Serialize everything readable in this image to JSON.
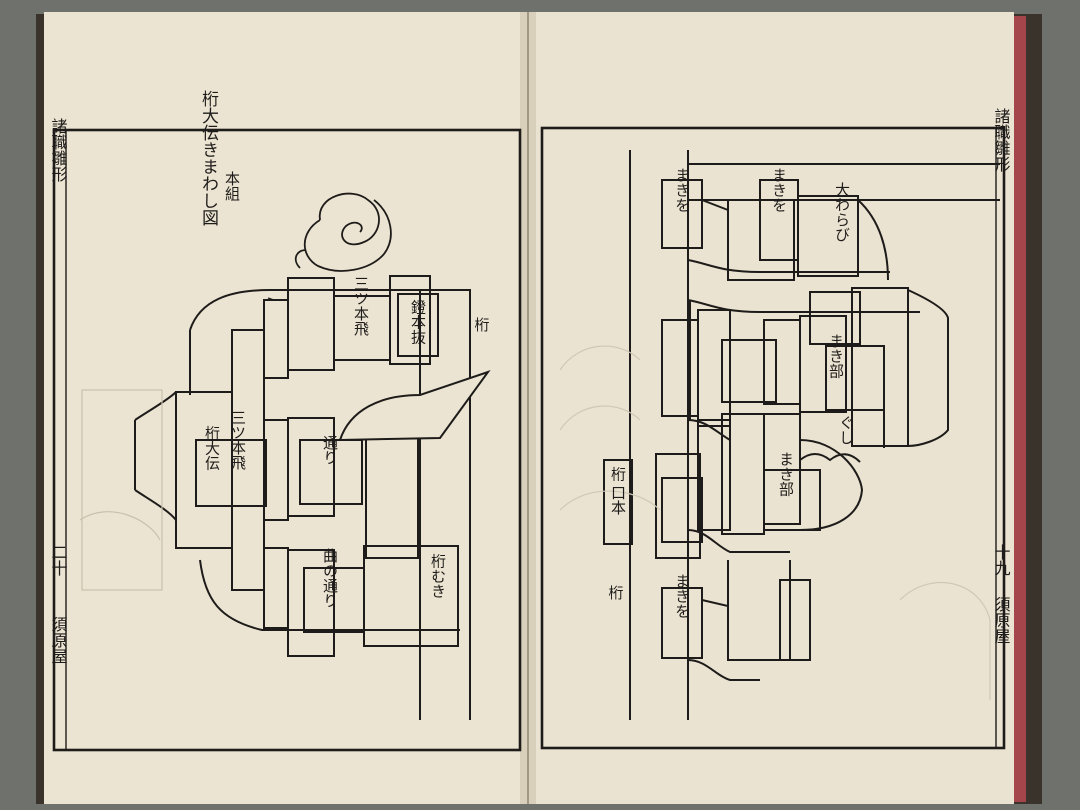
{
  "photo": {
    "subject": "open-japanese-woodblock-book-spread",
    "background_color": "#6f716c",
    "paper_color": "#ece4d2",
    "ink_color": "#1e1c1a",
    "edge_color": "#a3454a"
  },
  "left_page": {
    "margin_title": "諸職雛形",
    "margin_folio": "二十",
    "margin_publisher": "須原屋",
    "labels": {
      "keta_top": "桁",
      "label_a": "鐙本抜",
      "label_b": "三ツ本飛",
      "label_c": "桁大伝",
      "label_d": "三ツ本飛",
      "label_e": "通り",
      "label_f": "曲の通り",
      "label_g": "桁むき",
      "note_top": "本組",
      "note_detail": "桁大伝きまわし図"
    }
  },
  "right_page": {
    "margin_title": "諸職雛形",
    "margin_folio": "十九",
    "margin_publisher": "須原屋",
    "labels": {
      "label_a": "まきを",
      "label_b": "まきを",
      "label_c": "大わらび",
      "label_d": "ぐし",
      "label_e": "まき部",
      "label_f": "まき部",
      "label_g": "桁",
      "label_h": "口本",
      "label_i": "まきを",
      "label_j": "桁"
    }
  }
}
